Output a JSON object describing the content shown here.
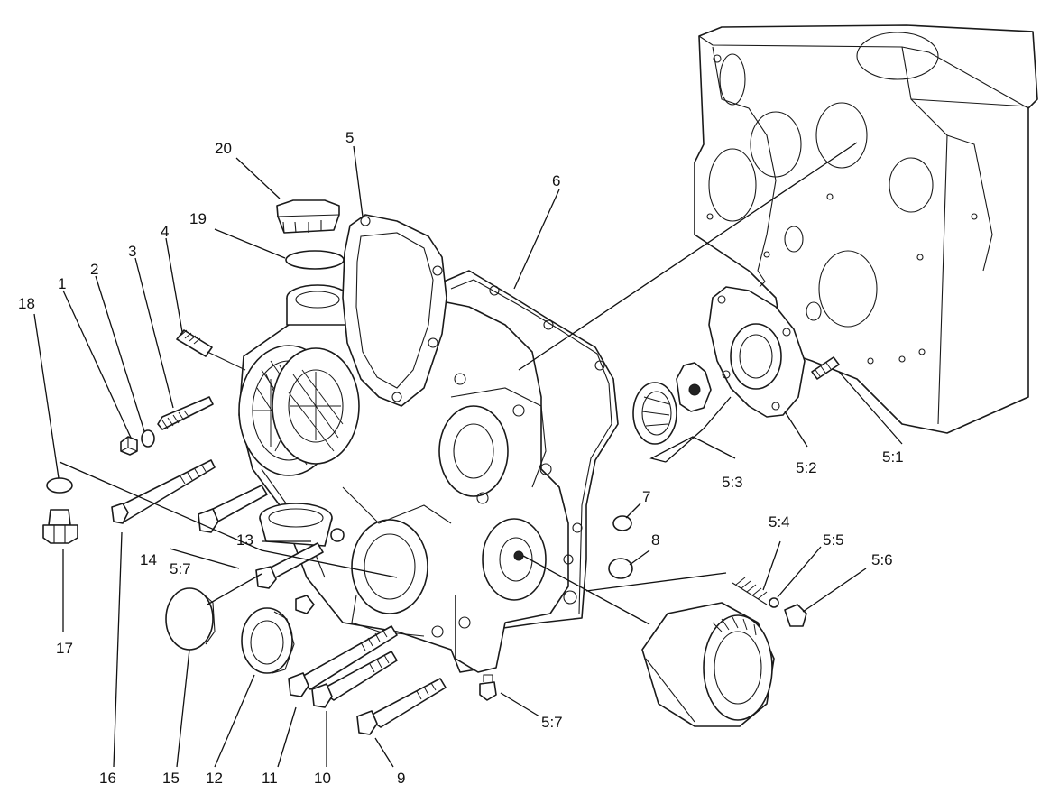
{
  "diagram": {
    "labels": [
      {
        "id": "1",
        "text": "1"
      },
      {
        "id": "2",
        "text": "2"
      },
      {
        "id": "3",
        "text": "3"
      },
      {
        "id": "4",
        "text": "4"
      },
      {
        "id": "5",
        "text": "5"
      },
      {
        "id": "6",
        "text": "6"
      },
      {
        "id": "7",
        "text": "7"
      },
      {
        "id": "8",
        "text": "8"
      },
      {
        "id": "9",
        "text": "9"
      },
      {
        "id": "10",
        "text": "10"
      },
      {
        "id": "11",
        "text": "11"
      },
      {
        "id": "12",
        "text": "12"
      },
      {
        "id": "13",
        "text": "13"
      },
      {
        "id": "14",
        "text": "14"
      },
      {
        "id": "15",
        "text": "15"
      },
      {
        "id": "16",
        "text": "16"
      },
      {
        "id": "17",
        "text": "17"
      },
      {
        "id": "18",
        "text": "18"
      },
      {
        "id": "19",
        "text": "19"
      },
      {
        "id": "20",
        "text": "20"
      },
      {
        "id": "5-1",
        "text": "5:1"
      },
      {
        "id": "5-2",
        "text": "5:2"
      },
      {
        "id": "5-3",
        "text": "5:3"
      },
      {
        "id": "5-4",
        "text": "5:4"
      },
      {
        "id": "5-5",
        "text": "5:5"
      },
      {
        "id": "5-6",
        "text": "5:6"
      },
      {
        "id": "5-7a",
        "text": "5:7"
      },
      {
        "id": "5-7b",
        "text": "5:7"
      }
    ]
  }
}
